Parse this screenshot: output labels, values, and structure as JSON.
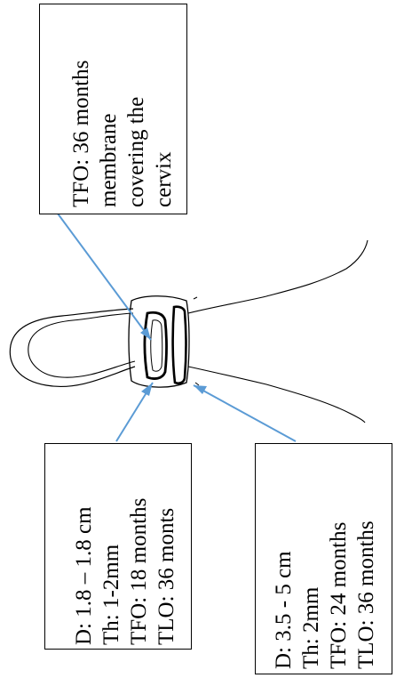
{
  "callouts": {
    "top": {
      "lines": [
        "TFO: 36 months",
        "membrane",
        "covering the",
        "cervix"
      ]
    },
    "left": {
      "lines": [
        "D: 1.8 – 1.8 cm",
        "Th: 1-2mm",
        "TFO: 18  months",
        "TLO: 36 monts"
      ]
    },
    "right": {
      "lines": [
        "D: 3.5 - 5 cm",
        "Th: 2mm",
        "TFO: 24  months",
        "TLO: 36 months"
      ]
    }
  },
  "colors": {
    "arrow": "#5b9bd5",
    "sketch": "#000000",
    "box_border": "#000000"
  }
}
